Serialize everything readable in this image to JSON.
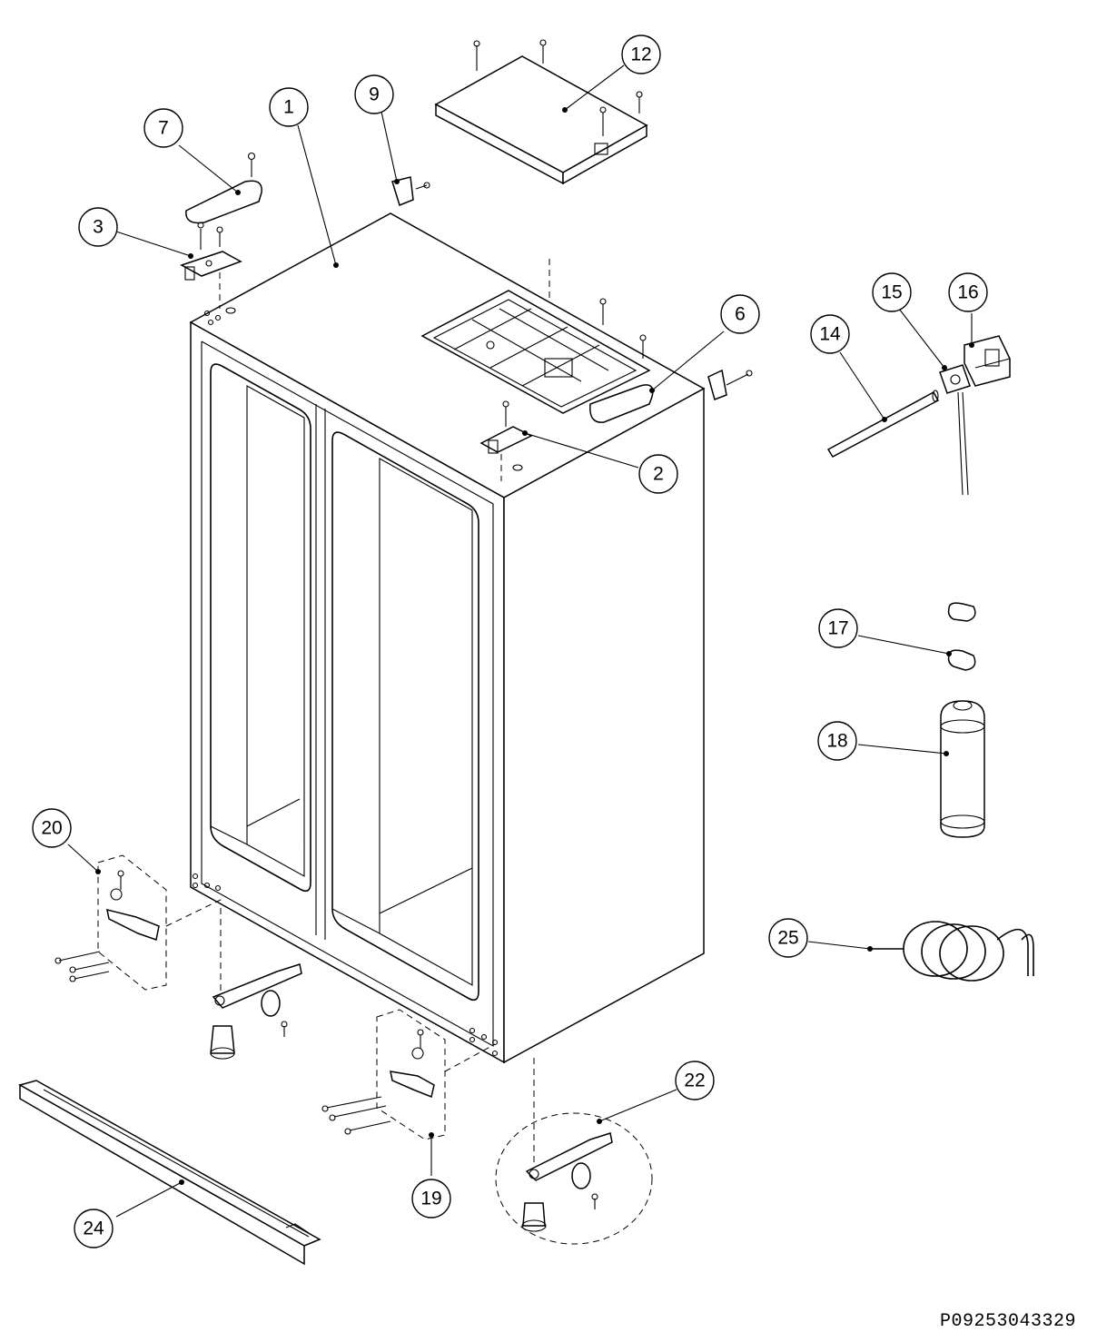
{
  "diagram": {
    "callouts": [
      {
        "id": "1",
        "label": "1"
      },
      {
        "id": "2",
        "label": "2"
      },
      {
        "id": "3",
        "label": "3"
      },
      {
        "id": "6",
        "label": "6"
      },
      {
        "id": "7",
        "label": "7"
      },
      {
        "id": "9",
        "label": "9"
      },
      {
        "id": "12",
        "label": "12"
      },
      {
        "id": "14",
        "label": "14"
      },
      {
        "id": "15",
        "label": "15"
      },
      {
        "id": "16",
        "label": "16"
      },
      {
        "id": "17",
        "label": "17"
      },
      {
        "id": "18",
        "label": "18"
      },
      {
        "id": "19",
        "label": "19"
      },
      {
        "id": "20",
        "label": "20"
      },
      {
        "id": "22",
        "label": "22"
      },
      {
        "id": "24",
        "label": "24"
      },
      {
        "id": "25",
        "label": "25"
      }
    ],
    "part_code": "P09253043329"
  }
}
